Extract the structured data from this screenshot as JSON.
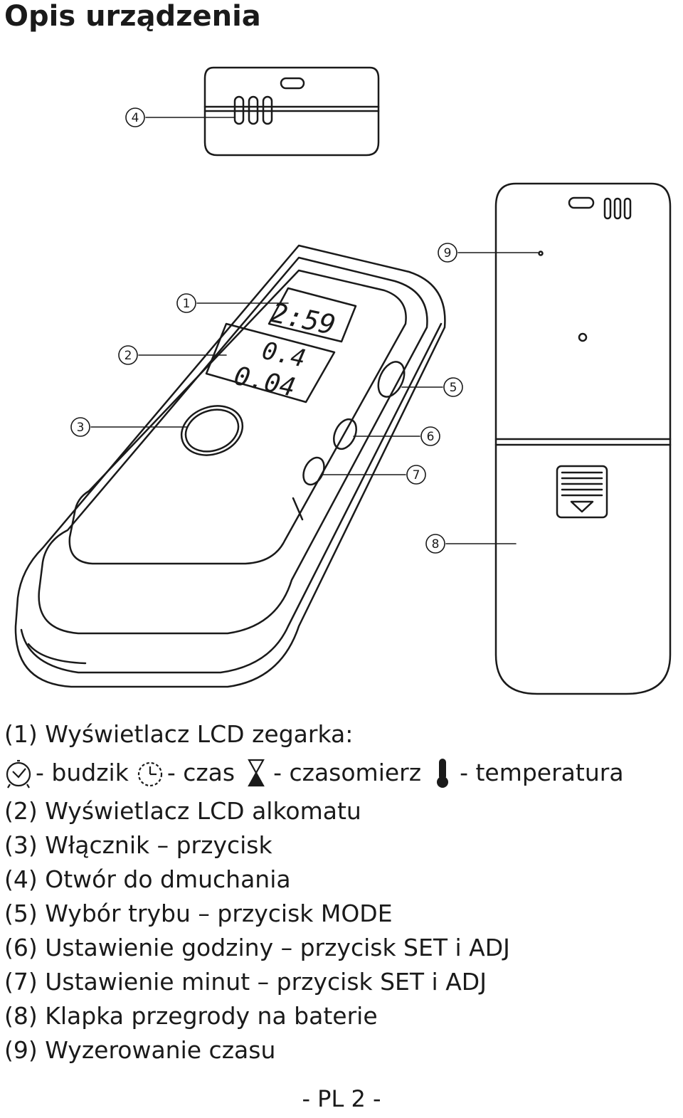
{
  "title": "Opis urządzenia",
  "callouts": [
    "1",
    "2",
    "3",
    "4",
    "5",
    "6",
    "7",
    "8",
    "9"
  ],
  "lcd": {
    "line1": "2:59",
    "line2": "0.4",
    "line3": "0.04"
  },
  "legend": {
    "item1": "(1) Wyświetlacz LCD zegarka:",
    "icons": [
      {
        "icon": "alarm-clock-icon",
        "label": "- budzik"
      },
      {
        "icon": "clock-icon",
        "label": "- czas"
      },
      {
        "icon": "hourglass-icon",
        "label": "- czasomierz"
      },
      {
        "icon": "thermometer-icon",
        "label": "- temperatura"
      }
    ],
    "item2": "(2) Wyświetlacz LCD alkomatu",
    "item3": "(3) Włącznik – przycisk",
    "item4": "(4) Otwór do dmuchania",
    "item5": "(5) Wybór trybu – przycisk MODE",
    "item6": "(6) Ustawienie godziny – przycisk SET i ADJ",
    "item7": "(7) Ustawienie minut – przycisk SET i ADJ",
    "item8": "(8) Klapka przegrody na baterie",
    "item9": "(9) Wyzerowanie czasu"
  },
  "footer": "- PL 2 -"
}
